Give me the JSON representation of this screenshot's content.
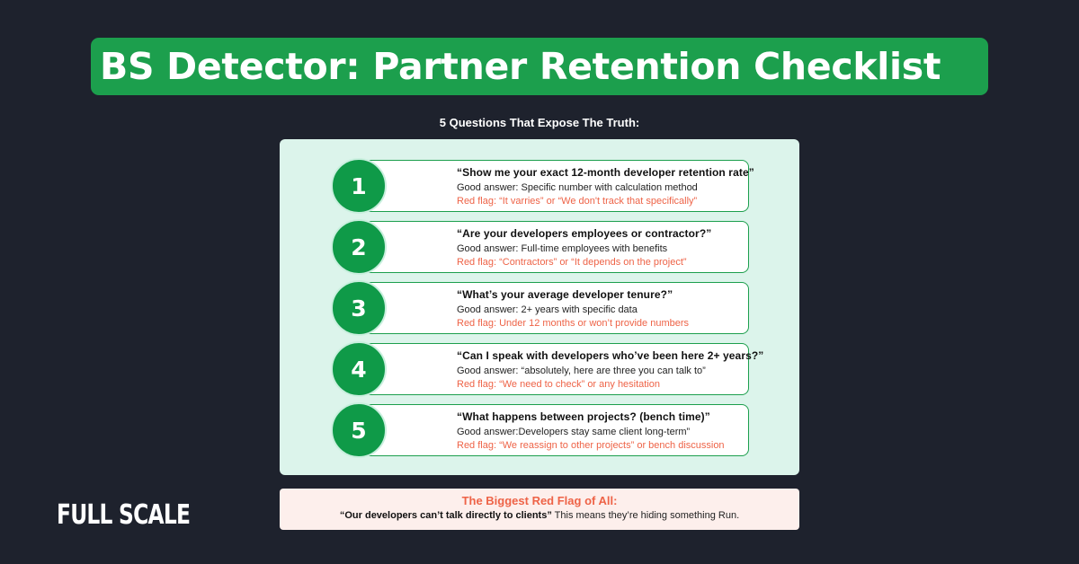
{
  "title": "BS Detector: Partner Retention Checklist",
  "subtitle": "5 Questions That Expose The Truth:",
  "questions": [
    {
      "number": "1",
      "question": "“Show me your exact 12-month developer retention rate”",
      "good_answer": "Good answer: Specific number with calculation method",
      "red_flag": "Red flag: “It varries” or “We don't track that specifically”"
    },
    {
      "number": "2",
      "question": "“Are your developers employees or contractor?”",
      "good_answer": "Good answer: Full-time employees with benefits",
      "red_flag": "Red flag: “Contractors” or “It depends on the project”"
    },
    {
      "number": "3",
      "question": "“What’s your average developer tenure?”",
      "good_answer": "Good answer: 2+ years with specific data",
      "red_flag": "Red flag: Under 12 months or won’t provide numbers"
    },
    {
      "number": "4",
      "question": "“Can I speak with developers who’ve been here 2+ years?”",
      "good_answer": "Good answer: “absolutely, here are three you can talk to”",
      "red_flag": "Red flag: “We need to check” or any hesitation"
    },
    {
      "number": "5",
      "question": "“What happens between projects? (bench time)”",
      "good_answer": "Good answer:Developers stay same client long-term”",
      "red_flag": "Red flag: “We reassign to other projects” or bench discussion"
    }
  ],
  "biggest_red_flag": {
    "title": "The Biggest Red Flag of All:",
    "quote": "“Our developers can’t talk directly to clients”",
    "explanation": " This means they’re hiding something Run."
  },
  "logo": "FULL SCALE",
  "colors": {
    "background": "#1e222d",
    "brand_green": "#1c9f4d",
    "panel_mint": "#dcf4eb",
    "red_flag": "#ee6347",
    "alert_bg": "#fdefec"
  }
}
